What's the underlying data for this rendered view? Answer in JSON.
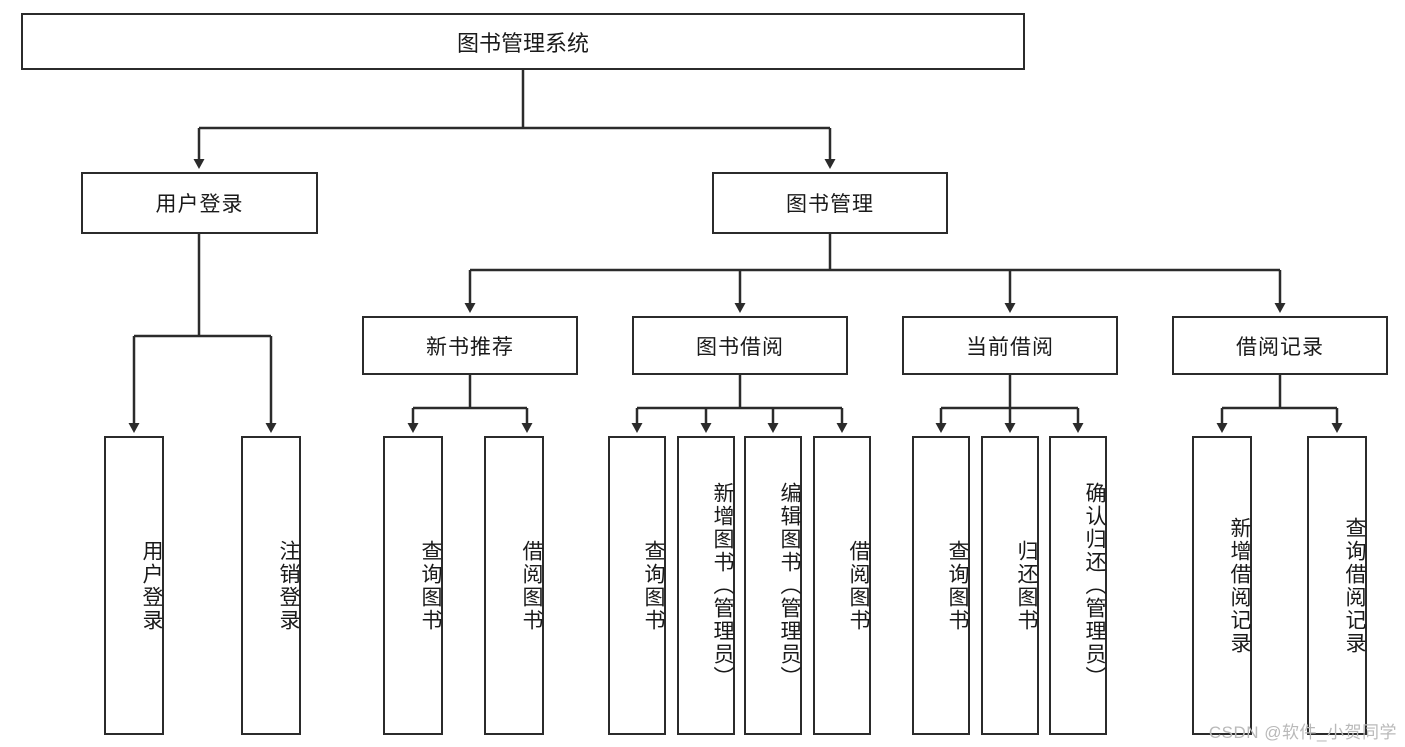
{
  "diagram": {
    "title": "图书管理系统",
    "type": "tree",
    "levels": {
      "root": {
        "label": "图书管理系统"
      },
      "level1": [
        {
          "label": "用户登录"
        },
        {
          "label": "图书管理"
        }
      ],
      "level2": [
        {
          "label": "新书推荐"
        },
        {
          "label": "图书借阅"
        },
        {
          "label": "当前借阅"
        },
        {
          "label": "借阅记录"
        }
      ],
      "leaves": {
        "user_login": [
          {
            "label": "用户登录"
          },
          {
            "label": "注销登录"
          }
        ],
        "new_book_recommend": [
          {
            "label": "查询图书"
          },
          {
            "label": "借阅图书"
          }
        ],
        "book_borrow": [
          {
            "label": "查询图书"
          },
          {
            "label": "新增图书（管理员）"
          },
          {
            "label": "编辑图书（管理员）"
          },
          {
            "label": "借阅图书"
          }
        ],
        "current_borrow": [
          {
            "label": "查询图书"
          },
          {
            "label": "归还图书"
          },
          {
            "label": "确认归还（管理员）"
          }
        ],
        "borrow_record": [
          {
            "label": "新增借阅记录"
          },
          {
            "label": "查询借阅记录"
          }
        ]
      }
    }
  },
  "watermark": {
    "text": "CSDN @软件_小贺同学"
  },
  "colors": {
    "stroke": "#2b2b2b",
    "background": "#ffffff",
    "text": "#1a1a1a",
    "watermark": "#b9b9b9"
  }
}
